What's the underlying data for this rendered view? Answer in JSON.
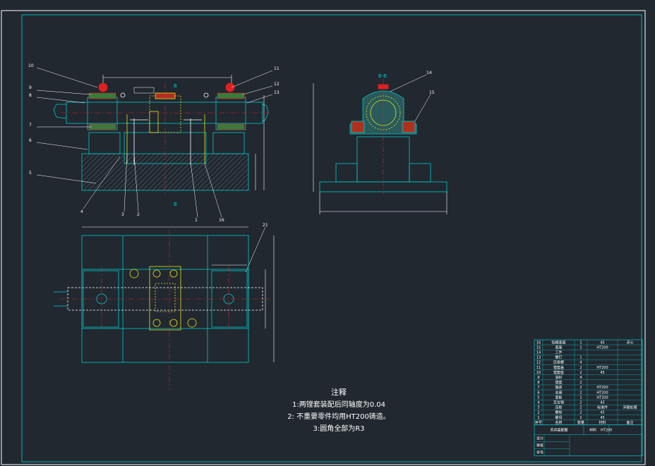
{
  "drawing": {
    "section_label": "B-B",
    "callouts": [
      "10",
      "9",
      "8",
      "7",
      "6",
      "5",
      "4",
      "3",
      "2",
      "1",
      "16",
      "11",
      "12",
      "13",
      "14",
      "15",
      "21"
    ],
    "section_marks": [
      "B",
      "B"
    ]
  },
  "notes": {
    "title": "注释",
    "lines": [
      "1:两镗套装配后同轴度为0.04",
      "2: 不重要零件均用HT200铸造。",
      "3:圆角全部为R3"
    ]
  },
  "parts_table": {
    "rows": [
      [
        "16",
        "钻模底座",
        "1",
        "45",
        "淬火"
      ],
      [
        "15",
        "底座",
        "1",
        "HT200",
        ""
      ],
      [
        "14",
        "工件",
        "",
        "",
        ""
      ],
      [
        "13",
        "螺钉",
        "1",
        "",
        ""
      ],
      [
        "12",
        "压板螺",
        "4",
        "",
        ""
      ],
      [
        "11",
        "镗套盖",
        "2",
        "HT200",
        ""
      ],
      [
        "10",
        "镗套座",
        "2",
        "45",
        ""
      ],
      [
        "9",
        "油封",
        "4",
        "",
        ""
      ],
      [
        "8",
        "镗套",
        "2",
        "",
        ""
      ],
      [
        "7",
        "轴承",
        "2",
        "HT200",
        ""
      ],
      [
        "6",
        "支座",
        "2",
        "HT200",
        ""
      ],
      [
        "5",
        "底板",
        "1",
        "HT200",
        ""
      ],
      [
        "4",
        "定位销",
        "2",
        "45",
        ""
      ],
      [
        "3",
        "压板",
        "2",
        "标准件",
        "淬硬处理"
      ],
      [
        "2",
        "螺栓",
        "2",
        "45",
        ""
      ],
      [
        "1",
        "螺母",
        "2",
        "45",
        ""
      ],
      [
        "序号",
        "名称",
        "数量",
        "材料",
        "备注"
      ]
    ],
    "title_block": {
      "name": "夹具装配图",
      "material_label": "材料",
      "material": "HT200",
      "roles": [
        "设计",
        "审核",
        "学号"
      ]
    }
  },
  "colors": {
    "background": "#212830",
    "frame": "#00b5b5",
    "outline": "#00c8c8",
    "centerline": "#e02020",
    "highlight": "#e8e020",
    "section_red": "#b03020",
    "white": "#ffffff"
  }
}
